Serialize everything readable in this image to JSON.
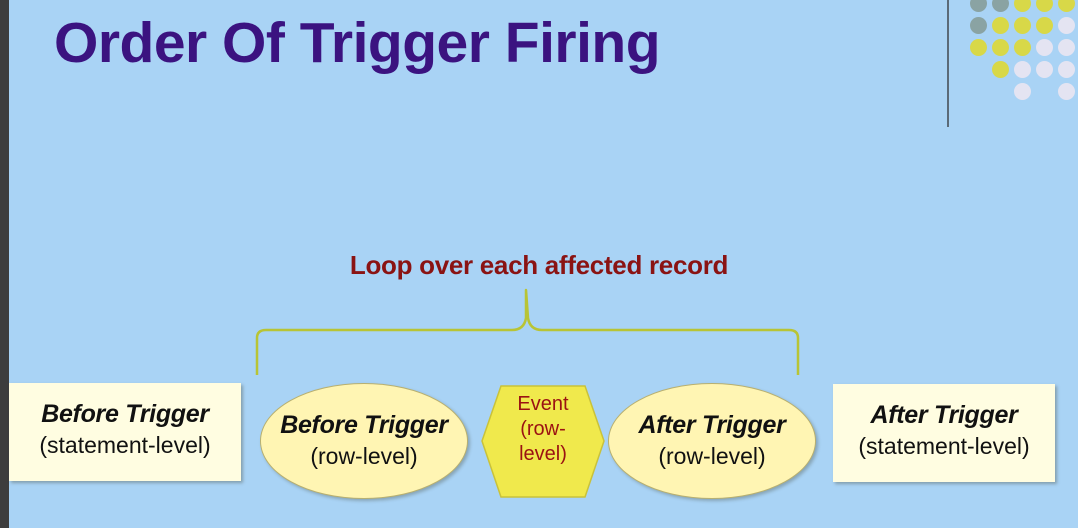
{
  "slide": {
    "title": "Order Of Trigger Firing",
    "subtitle": "Loop over each affected record"
  },
  "colors": {
    "background": "#a9d3f5",
    "title": "#3b1380",
    "subtitle": "#8a1313",
    "brace": "#b8c435",
    "box_fill": "#fffde1",
    "ellipse_fill": "#fff5b3",
    "event_fill": "#f0e94c",
    "event_text": "#9b1212",
    "dots": [
      "#8aa3a3",
      "#d8d848",
      "#e4e4f2"
    ]
  },
  "steps": {
    "statement_before": {
      "title": "Before Trigger",
      "level": "(statement-level)"
    },
    "row_before": {
      "title": "Before Trigger",
      "level": "(row-level)"
    },
    "event": {
      "line1": "Event",
      "line2": "(row-",
      "line3": "level)"
    },
    "row_after": {
      "title": "After Trigger",
      "level": "(row-level)"
    },
    "statement_after": {
      "title": "After Trigger",
      "level": "(statement-level)"
    }
  },
  "decoration": {
    "icon": "dot-grid-decoration",
    "dot_pattern": [
      [
        "#8aa3a3",
        "#8aa3a3",
        "#d8d848",
        "#d8d848",
        "#d8d848"
      ],
      [
        "#8aa3a3",
        "#d8d848",
        "#d8d848",
        "#d8d848",
        "#e4e4f2"
      ],
      [
        "#d8d848",
        "#d8d848",
        "#d8d848",
        "#e4e4f2",
        "#e4e4f2"
      ],
      [
        "",
        "#d8d848",
        "#e4e4f2",
        "#e4e4f2",
        "#e4e4f2"
      ],
      [
        "",
        "",
        "#e4e4f2",
        "",
        "#e4e4f2"
      ]
    ]
  }
}
